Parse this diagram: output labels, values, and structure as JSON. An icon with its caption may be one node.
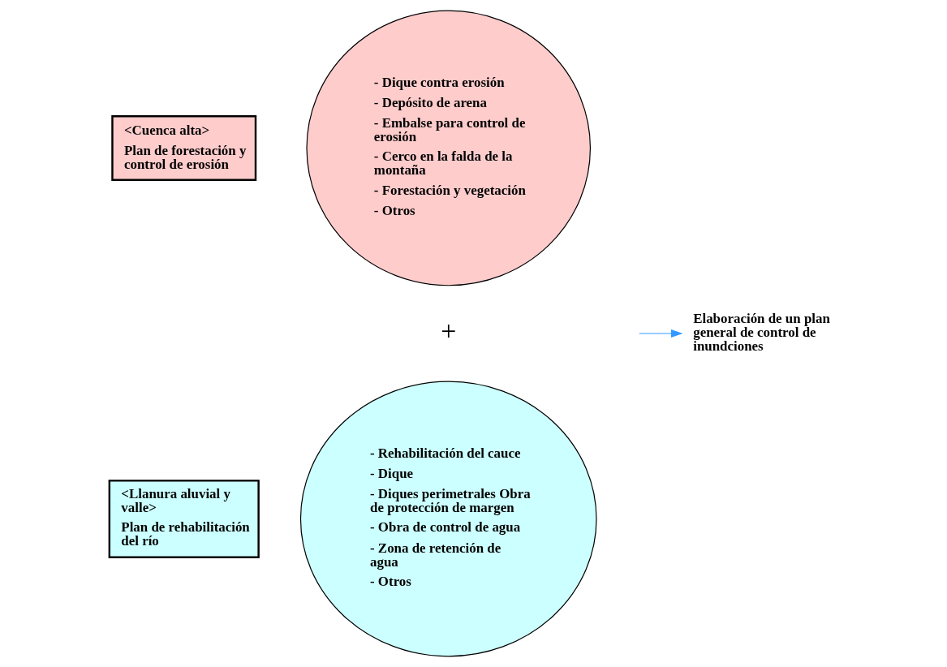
{
  "diagram": {
    "nodes": [
      {
        "text": [
          "<Cuenca alta>",
          "Plan de forestación y control de erosión"
        ]
      },
      {
        "text": [
          "- Dique contra erosión",
          "- Depósito de arena",
          "- Embalse para control de erosión",
          "- Cerco en la falda de la montaña",
          "- Forestación y vegetación",
          "- Otros"
        ]
      },
      {
        "text": [
          "- Rehabilitación del cauce",
          "- Dique",
          "- Diques perimetrales Obra de protección de margen",
          "- Obra de control de agua",
          "- Zona de retención de agua",
          "- Otros"
        ]
      },
      {
        "text": [
          "<Llanura aluvial y valle>",
          "Plan de rehabilitación del río"
        ]
      },
      {
        "text": [
          "Elaboración de un plan general de control de inundciones"
        ]
      }
    ],
    "edges": [
      {
        "from": null,
        "to": 4,
        "arrow": "to",
        "color": "#3399ff"
      }
    ],
    "labels": [
      "+"
    ]
  }
}
